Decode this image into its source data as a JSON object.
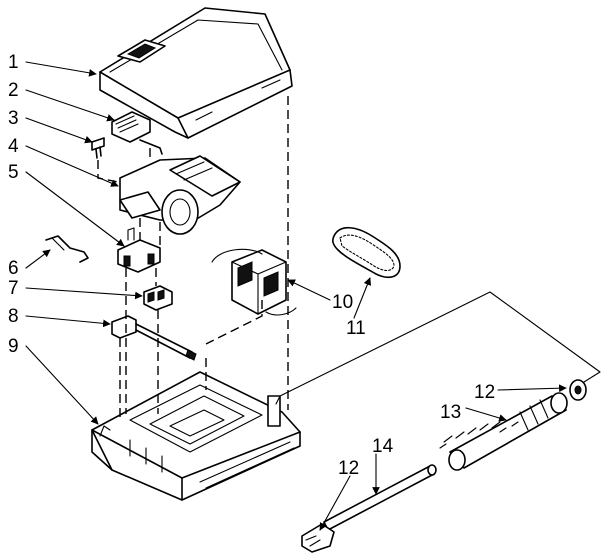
{
  "callouts": [
    {
      "id": "c1",
      "label": "1"
    },
    {
      "id": "c2",
      "label": "2"
    },
    {
      "id": "c3",
      "label": "3"
    },
    {
      "id": "c4",
      "label": "4"
    },
    {
      "id": "c5",
      "label": "5"
    },
    {
      "id": "c6",
      "label": "6"
    },
    {
      "id": "c7",
      "label": "7"
    },
    {
      "id": "c8",
      "label": "8"
    },
    {
      "id": "c9",
      "label": "9"
    },
    {
      "id": "c10",
      "label": "10"
    },
    {
      "id": "c11",
      "label": "11"
    },
    {
      "id": "c12a",
      "label": "12"
    },
    {
      "id": "c13",
      "label": "13"
    },
    {
      "id": "c14",
      "label": "14"
    },
    {
      "id": "c12b",
      "label": "12"
    }
  ]
}
